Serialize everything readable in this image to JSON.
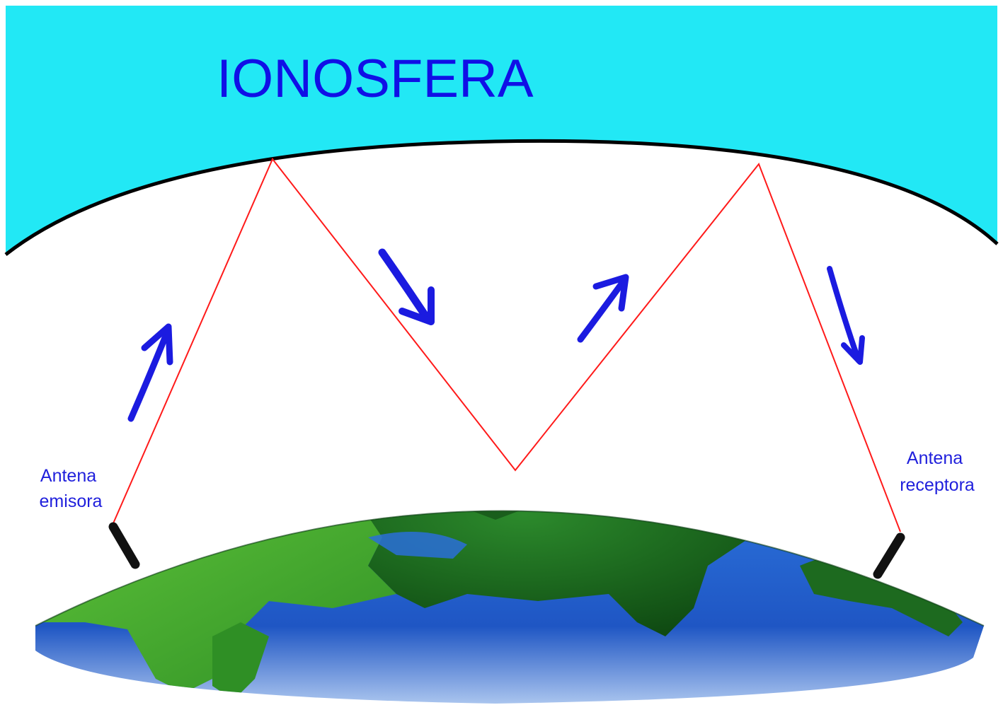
{
  "title": "IONOSFERA",
  "labels": {
    "transmitter": [
      "Antena",
      "emisora"
    ],
    "receiver": [
      "Antena",
      "receptora"
    ]
  },
  "colors": {
    "ionosphere": "#22e8f5",
    "title": "#1010e6",
    "label": "#1f1fdc",
    "signal_ray": "#ff1a1a",
    "arrows": "#1b1be0",
    "ocean": "#1f5fd0",
    "land": "#1e7a1e",
    "antenna": "#111111",
    "boundary": "#000000"
  },
  "icons": {
    "transmitter": "antenna-icon",
    "receiver": "antenna-icon",
    "direction": "arrow-icon"
  }
}
